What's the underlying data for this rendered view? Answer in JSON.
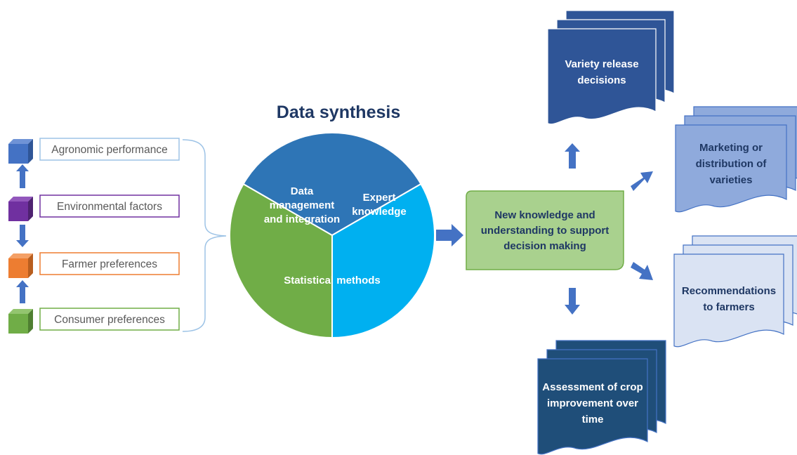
{
  "title": "Data synthesis",
  "inputs": [
    {
      "label": "Agronomic performance",
      "color": "#4472C4",
      "dark": "#2F5597",
      "light": "#6F93D6"
    },
    {
      "label": "Environmental factors",
      "color": "#7030A0",
      "dark": "#4E2270",
      "light": "#9257BC"
    },
    {
      "label": "Farmer preferences",
      "color": "#ED7D31",
      "dark": "#B85E1F",
      "light": "#F4A066"
    },
    {
      "label": "Consumer preferences",
      "color": "#70AD47",
      "dark": "#4F7F31",
      "light": "#93C56F"
    }
  ],
  "pie": {
    "segments": [
      {
        "lines": [
          "Data",
          "management",
          "and integration"
        ],
        "color": "#70AD47"
      },
      {
        "lines": [
          "Expert",
          "knowledge"
        ],
        "color": "#2E75B6"
      },
      {
        "lines": [
          "Statistical methods"
        ],
        "color": "#00B0F0"
      }
    ]
  },
  "center_box": {
    "lines": [
      "New knowledge and",
      "understanding to support",
      "decision making"
    ],
    "color": "#A9D18E",
    "stroke": "#70AD47"
  },
  "outputs": [
    {
      "lines": [
        "Variety release",
        "decisions"
      ],
      "color": "#2F5597",
      "text_color": "#ffffff"
    },
    {
      "lines": [
        "Marketing or",
        "distribution of",
        "varieties"
      ],
      "color": "#8FAADC",
      "text_color": "#1F3864"
    },
    {
      "lines": [
        "Recommendations",
        "to farmers"
      ],
      "color": "#DAE3F3",
      "text_color": "#1F3864"
    },
    {
      "lines": [
        "Assessment of crop",
        "improvement over",
        "time"
      ],
      "color": "#1F4E79",
      "text_color": "#ffffff"
    }
  ],
  "arrow_color": "#4472C4"
}
